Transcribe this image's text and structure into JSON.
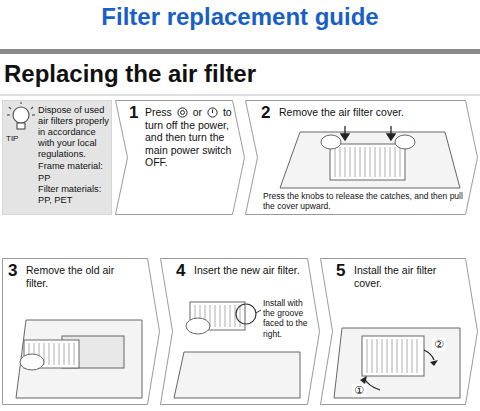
{
  "diagram": {
    "title": "Filter replacement guide",
    "nodes": [
      {
        "text": [
          "TIP",
          "Dispose of used air filters properly in accordance with your local regulations.",
          "Frame material: PP",
          "Filter materials: PP, PET"
        ]
      },
      {
        "text": [
          "1",
          "Press",
          "or",
          "to turn off the power, and then turn the main power switch OFF."
        ]
      },
      {
        "text": [
          "2",
          "Remove the air filter cover.",
          "Press the knobs to release the catches, and then pull the cover upward."
        ]
      },
      {
        "text": [
          "3",
          "Remove the old air filter."
        ]
      },
      {
        "text": [
          "4",
          "Insert the new air filter."
        ]
      },
      {
        "text": [
          "5",
          "Install the air filter cover."
        ]
      }
    ],
    "labels": [
      "Replacing the air filter",
      "Install with the groove faced to the right.",
      "①",
      "②"
    ]
  }
}
